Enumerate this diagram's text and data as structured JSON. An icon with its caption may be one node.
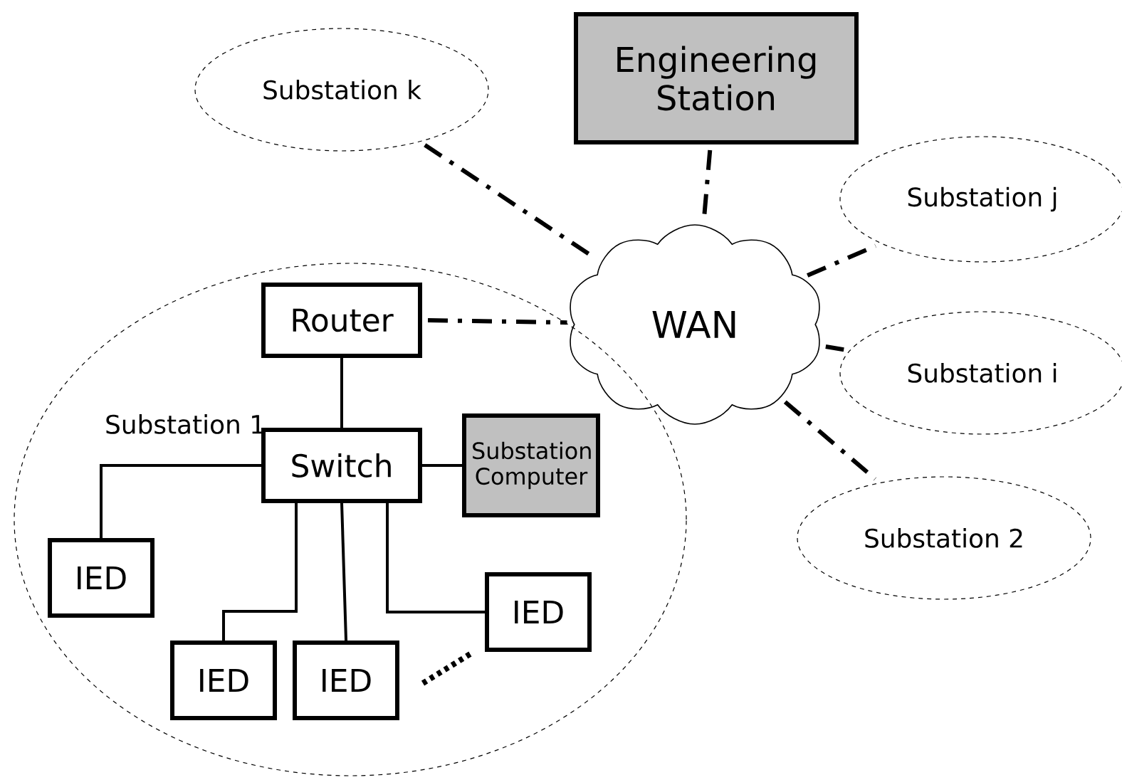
{
  "diagram": {
    "nodes": [
      {
        "text": [
          "Substation k"
        ]
      },
      {
        "text": [
          "Engineering Station"
        ]
      },
      {
        "text": [
          "Substation j"
        ]
      },
      {
        "text": [
          "WAN"
        ]
      },
      {
        "text": [
          "Substation 1"
        ]
      },
      {
        "text": [
          "Router"
        ],
        "in": 4
      },
      {
        "text": [
          "Substation i"
        ]
      },
      {
        "text": [
          "Switch"
        ],
        "in": 4
      },
      {
        "text": [
          "Substation Computer"
        ],
        "in": 4
      },
      {
        "text": [
          "Substation 2"
        ]
      },
      {
        "text": [
          "IED"
        ],
        "in": 4
      },
      {
        "text": [
          "IED"
        ],
        "in": 4
      },
      {
        "text": [
          "IED"
        ],
        "in": 4
      },
      {
        "text": [
          "IED"
        ],
        "in": 4
      }
    ],
    "edges": [
      {
        "from": 0,
        "to": 3,
        "arrow": "none",
        "style": "dashed"
      },
      {
        "from": 1,
        "to": 3,
        "arrow": "none",
        "style": "dashed"
      },
      {
        "from": 3,
        "to": 2,
        "arrow": "none",
        "style": "dashed"
      },
      {
        "from": 5,
        "to": 3,
        "arrow": "none",
        "style": "dashed"
      },
      {
        "from": 3,
        "to": 6,
        "arrow": "none",
        "style": "dashed"
      },
      {
        "from": 3,
        "to": 9,
        "arrow": "none",
        "style": "dashed"
      },
      {
        "from": 5,
        "to": 7,
        "arrow": "none"
      },
      {
        "from": 7,
        "to": 8,
        "arrow": "none"
      },
      {
        "from": 7,
        "to": 10,
        "arrow": "none"
      },
      {
        "from": 7,
        "to": 12,
        "arrow": "none"
      },
      {
        "from": 7,
        "to": 13,
        "arrow": "none"
      },
      {
        "from": 7,
        "to": 11,
        "arrow": "none"
      }
    ]
  }
}
